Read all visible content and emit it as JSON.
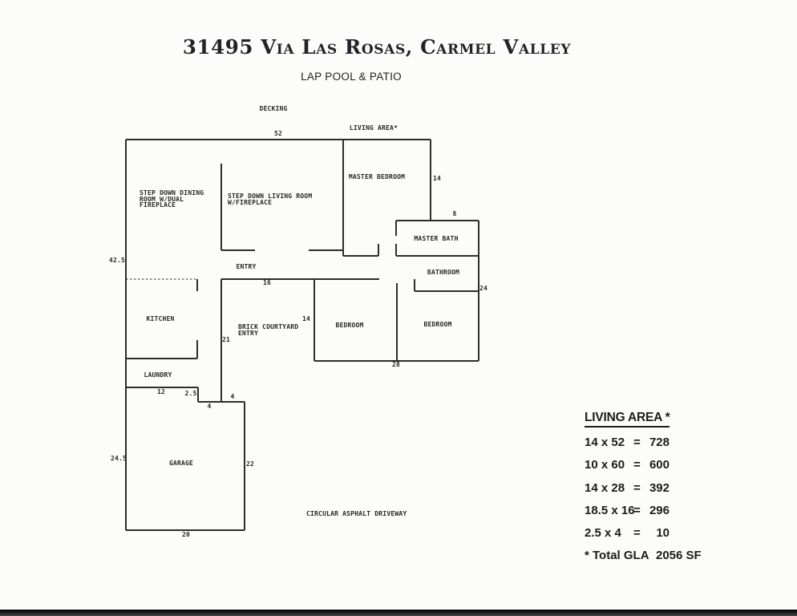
{
  "header": {
    "title": "31495 Via Las Rosas, Carmel Valley",
    "subtitle": "LAP POOL & PATIO"
  },
  "plan": {
    "decking": "DECKING",
    "living_area_note": "LIVING AREA*",
    "driveway": "CIRCULAR ASPHALT DRIVEWAY",
    "rooms": {
      "master_bedroom": "MASTER BEDROOM",
      "master_bath": "MASTER BATH",
      "bathroom": "BATHROOM",
      "bedroom_left": "BEDROOM",
      "bedroom_right": "BEDROOM",
      "kitchen": "KITCHEN",
      "laundry": "LAUNDRY",
      "garage": "GARAGE",
      "entry": "ENTRY",
      "dining_l1": "STEP DOWN DINING",
      "dining_l2": "ROOM W/DUAL",
      "dining_l3": "FIREPLACE",
      "living_l1": "STEP DOWN LIVING ROOM",
      "living_l2": "W/FIREPLACE",
      "courtyard_l1": "BRICK COURTYARD",
      "courtyard_l2": "ENTRY"
    },
    "dims": {
      "top_width": "52",
      "master_height": "14",
      "master_bath_width": "8",
      "left_height": "42.5",
      "right_height": "24",
      "courtyard_width": "16",
      "courtyard_height": "21",
      "bedroom_height": "14",
      "bedroom_width": "28",
      "laundry_width": "12",
      "step_height": "2.5",
      "step_a": "4",
      "step_b": "4",
      "garage_left_height": "24.5",
      "garage_right_height": "22",
      "garage_width": "20"
    }
  },
  "table": {
    "title": "LIVING AREA *",
    "rows": [
      {
        "expr": "14 x 52",
        "eq": "=",
        "value": "728"
      },
      {
        "expr": "10 x 60",
        "eq": "=",
        "value": "600"
      },
      {
        "expr": "14 x 28",
        "eq": "=",
        "value": "392"
      },
      {
        "expr": "18.5 x 16",
        "eq": "=",
        "value": "296"
      },
      {
        "expr": "2.5 x 4",
        "eq": "=",
        "value": "10"
      }
    ],
    "total_label": "* Total GLA",
    "total_value": "2056 SF"
  },
  "colors": {
    "ink": "#2d2d2d",
    "paper": "#fcfcfb",
    "scan_edge": "#000000"
  }
}
